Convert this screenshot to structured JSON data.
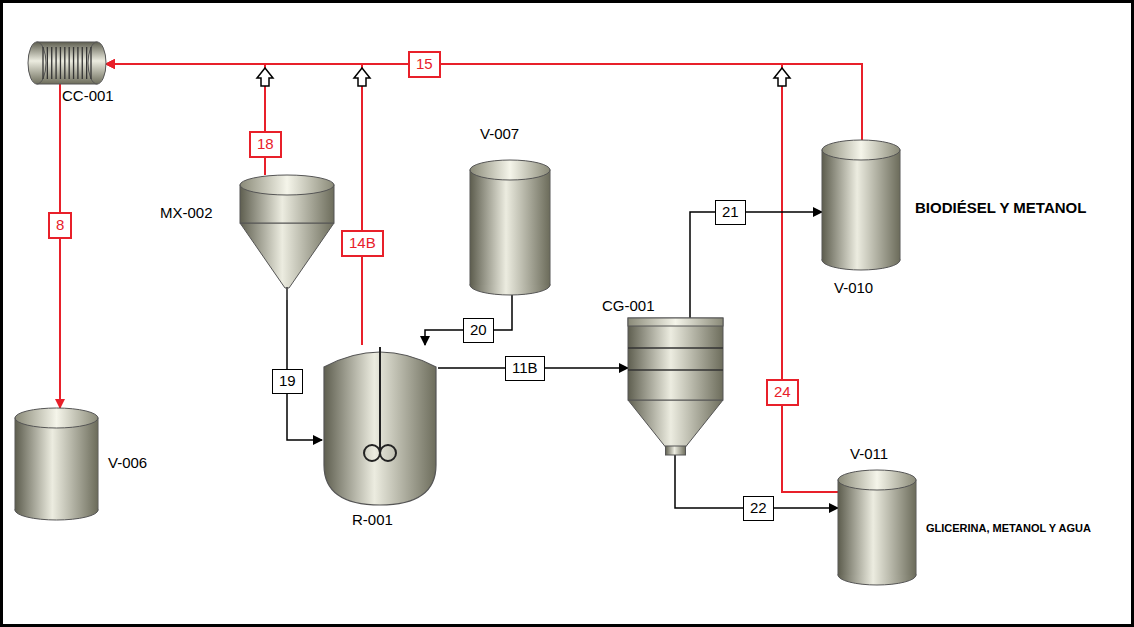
{
  "diagram": {
    "nodes": [
      {
        "text": [
          "CC-001"
        ]
      },
      {
        "text": [
          "V-006"
        ]
      },
      {
        "text": [
          "MX-002"
        ]
      },
      {
        "text": [
          "R-001"
        ]
      },
      {
        "text": [
          "V-007"
        ]
      },
      {
        "text": [
          "CG-001"
        ]
      },
      {
        "text": [
          "V-010",
          "BIODIÉSEL Y METANOL"
        ]
      },
      {
        "text": [
          "V-011",
          "GLICERINA, METANOL Y AGUA"
        ]
      }
    ],
    "edges": [
      {
        "from": 6,
        "to": 0,
        "arrow": "to",
        "label": "15"
      },
      {
        "from": 0,
        "to": 1,
        "arrow": "to",
        "label": "8"
      },
      {
        "from": 2,
        "to": 0,
        "arrow": "to",
        "label": "18"
      },
      {
        "from": 3,
        "to": 0,
        "arrow": "to",
        "label": "14B"
      },
      {
        "from": 7,
        "to": 0,
        "arrow": "to",
        "label": "24"
      },
      {
        "from": 2,
        "to": 3,
        "arrow": "to",
        "label": "19"
      },
      {
        "from": 4,
        "to": 3,
        "arrow": "to",
        "label": "20"
      },
      {
        "from": 3,
        "to": 5,
        "arrow": "to",
        "label": "11B"
      },
      {
        "from": 5,
        "to": 6,
        "arrow": "to",
        "label": "21"
      },
      {
        "from": 5,
        "to": 7,
        "arrow": "to",
        "label": "22"
      }
    ]
  }
}
